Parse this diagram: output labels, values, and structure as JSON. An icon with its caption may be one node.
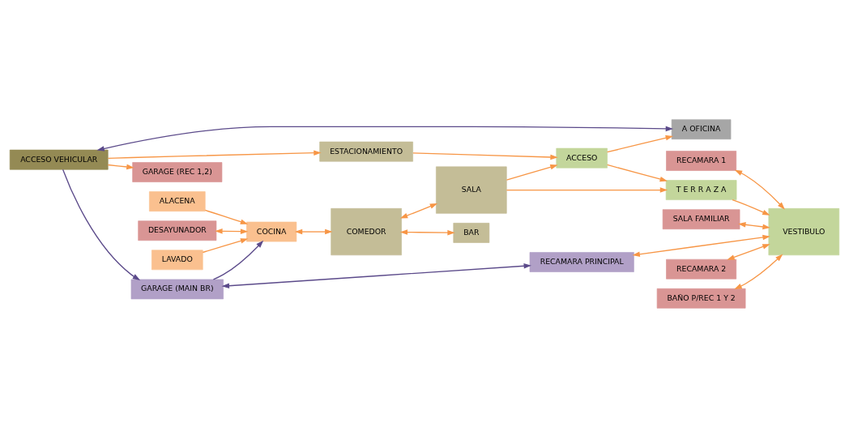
{
  "diagram": {
    "nodes": [
      {
        "text": [
          "ALACENA"
        ]
      },
      {
        "text": [
          "GARAGE (MAIN BR)"
        ]
      },
      {
        "text": [
          "LAVADO"
        ]
      },
      {
        "text": [
          "BAR"
        ]
      },
      {
        "text": [
          "DESAYUNADOR"
        ]
      },
      {
        "text": [
          "COCINA"
        ]
      },
      {
        "text": [
          "COMEDOR"
        ]
      },
      {
        "text": [
          "SALA FAMILIAR"
        ]
      },
      {
        "text": [
          "RECAMARA PRINCIPAL"
        ]
      },
      {
        "text": [
          "VESTIBULO"
        ]
      },
      {
        "text": [
          "RECAMARA 2"
        ]
      },
      {
        "text": [
          "BAÑO P/REC 1 Y 2"
        ]
      },
      {
        "text": [
          "RECAMARA 1"
        ]
      },
      {
        "text": [
          "SALA"
        ]
      },
      {
        "text": [
          "T E R R A Z A"
        ]
      },
      {
        "text": [
          "A OFICINA"
        ]
      },
      {
        "text": [
          "ACCESO"
        ]
      },
      {
        "text": [
          "GARAGE (REC 1,2)"
        ]
      },
      {
        "text": [
          "ESTACIONAMIENTO"
        ]
      },
      {
        "text": [
          "ACCESO VEHICULAR"
        ]
      }
    ],
    "edges": [
      {
        "from": 1,
        "to": 5,
        "arrow": "to",
        "color": "#5b4a8a"
      },
      {
        "from": 0,
        "to": 5,
        "arrow": "to"
      },
      {
        "from": 2,
        "to": 5,
        "arrow": "to"
      },
      {
        "from": 1,
        "to": 8,
        "arrow": "both",
        "color": "#5b4a8a"
      },
      {
        "from": 4,
        "to": 5,
        "arrow": "both"
      },
      {
        "from": 5,
        "to": 6,
        "arrow": "both"
      },
      {
        "from": 6,
        "to": 3,
        "arrow": "both"
      },
      {
        "from": 7,
        "to": 9,
        "arrow": "both"
      },
      {
        "from": 8,
        "to": 9,
        "arrow": "both"
      },
      {
        "from": 10,
        "to": 9,
        "arrow": "both"
      },
      {
        "from": 11,
        "to": 9,
        "arrow": "both"
      },
      {
        "from": 12,
        "to": 9,
        "arrow": "both"
      },
      {
        "from": 6,
        "to": 13,
        "arrow": "both"
      },
      {
        "from": 14,
        "to": 9,
        "arrow": "to"
      },
      {
        "from": 16,
        "to": 14,
        "arrow": "to"
      },
      {
        "from": 13,
        "to": 14,
        "arrow": "to"
      },
      {
        "from": 13,
        "to": 16,
        "arrow": "to"
      },
      {
        "from": 16,
        "to": 15,
        "arrow": "to"
      },
      {
        "from": 18,
        "to": 16,
        "arrow": "to"
      },
      {
        "from": 19,
        "to": 17,
        "arrow": "to"
      },
      {
        "from": 19,
        "to": 18,
        "arrow": "to"
      },
      {
        "from": 19,
        "to": 1,
        "arrow": "to",
        "color": "#5b4a8a"
      },
      {
        "from": 19,
        "to": 15,
        "arrow": "both",
        "color": "#5b4a8a"
      }
    ]
  }
}
